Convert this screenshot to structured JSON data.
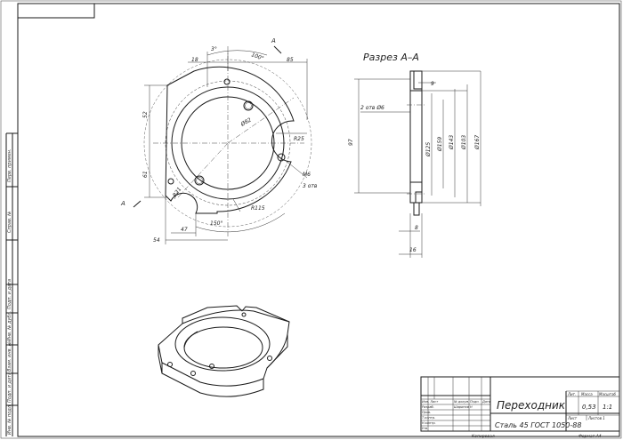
{
  "section_title": "Разрез А–А",
  "section_mark": "А",
  "front_view": {
    "dims": {
      "top_18": "18",
      "top_3deg": "3°",
      "top_100deg": "100°",
      "top_85": "85",
      "left_52": "52",
      "left_61": "61",
      "bottom_54": "54",
      "bottom_47": "47",
      "bottom_150deg": "150°",
      "r25": "R25",
      "r21": "R21",
      "r115": "R115",
      "dia82": "Ø82",
      "m6": "М6",
      "m6_count": "3 отв"
    }
  },
  "section_view": {
    "dims": {
      "holes": "2 отв Ø6",
      "d97": "97",
      "d9": "9",
      "d8": "8",
      "d16": "16",
      "dia125": "Ø125",
      "dia159": "Ø159",
      "dia143": "Ø143",
      "dia103": "Ø103",
      "dia167": "Ø167"
    }
  },
  "title_block": {
    "part_name": "Переходник",
    "material": "Сталь 45  ГОСТ 1050-88",
    "lit_header": "Лит.",
    "mass_header": "Масса",
    "scale_header": "Масштаб",
    "mass_value": "0,53",
    "scale_value": "1:1",
    "sheet_label": "Лист",
    "sheets_label": "Листов  1",
    "copied": "Копировал",
    "format": "Формат   А4",
    "rows": {
      "izm": "Изм. Лист",
      "razrab": "Разраб.",
      "prov": "Пров.",
      "tkontr": "Т.контр.",
      "nkontr": "Н.контр.",
      "utv": "Утв.",
      "docnum": "№ докум.",
      "author": "Шарипов Н",
      "podp": "Подп.",
      "data": "Дата"
    }
  },
  "side_strip": {
    "perv_primen": "Перв. примен.",
    "sprav": "Справ. №",
    "podp_data": "Подп. и дата",
    "inv_dubl": "Инв. № дубл.",
    "vzam_inv": "Взам. инв. №",
    "podp_data2": "Подп. и дата",
    "inv_podl": "Инв. № подл."
  }
}
